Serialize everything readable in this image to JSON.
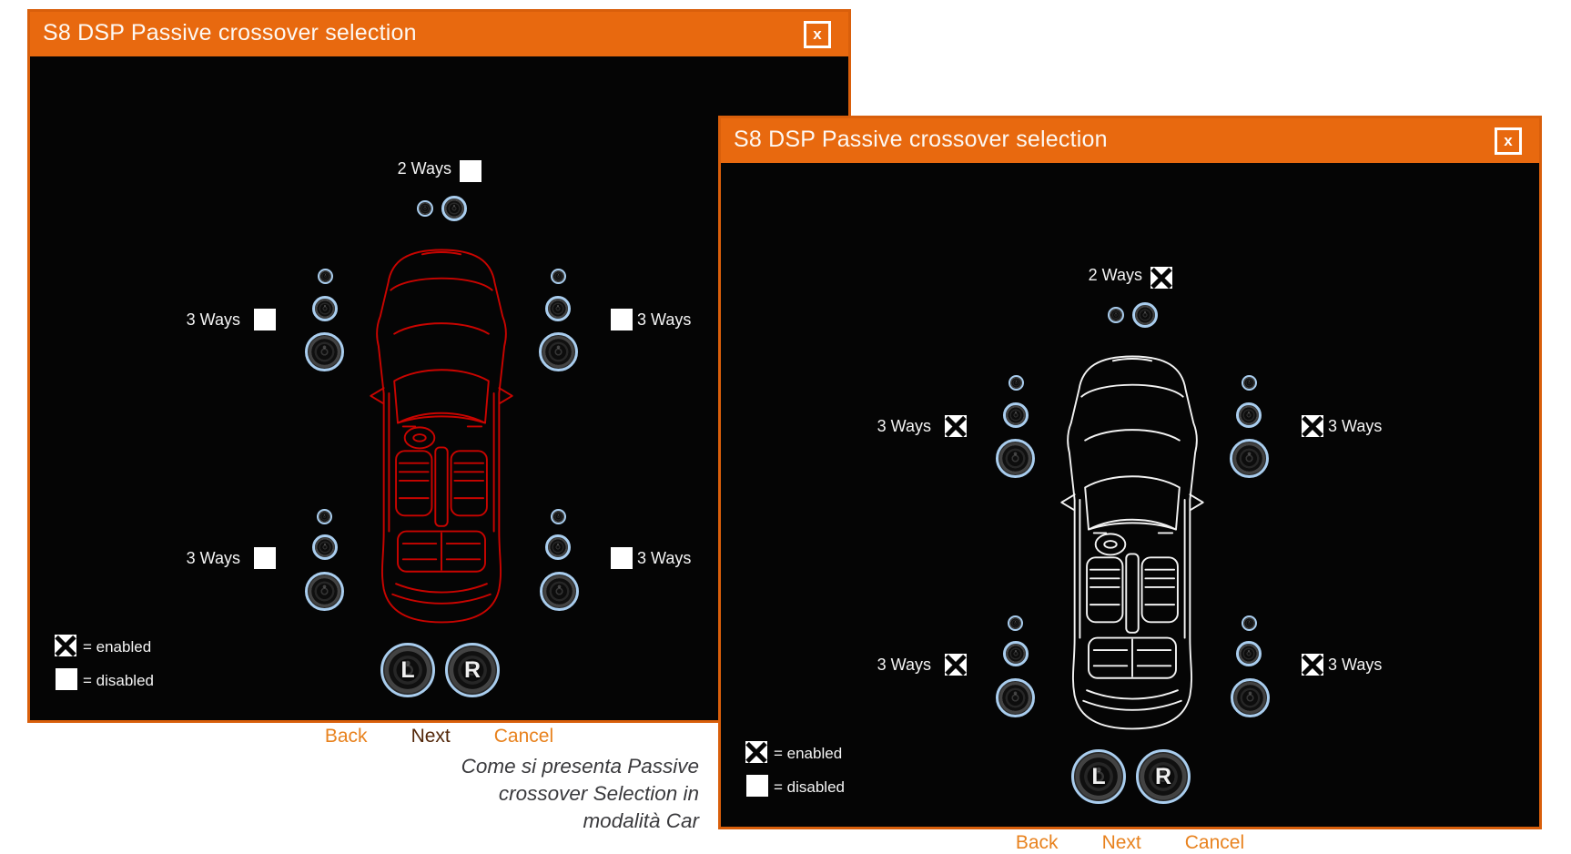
{
  "colors": {
    "titlebar": "#e8690f",
    "window_border": "#d95f0b",
    "button_orange": "#e8821e",
    "next_disabled": "#53270a",
    "speaker_ring": "#a9cdee",
    "car_red": "#c90400",
    "car_white": "#f2f2f2"
  },
  "windows": [
    {
      "title": "S8 DSP Passive crossover selection",
      "close_label": "x",
      "car_color": "#c90400",
      "front": {
        "label": "2 Ways",
        "checked": false
      },
      "front_left": {
        "label": "3 Ways",
        "checked": false
      },
      "front_right": {
        "label": "3 Ways",
        "checked": false
      },
      "rear_left": {
        "label": "3 Ways",
        "checked": false
      },
      "rear_right": {
        "label": "3 Ways",
        "checked": false
      },
      "subwoofers": {
        "left": "L",
        "right": "R"
      },
      "legend": {
        "enabled": {
          "label": "= enabled",
          "checked": true
        },
        "disabled": {
          "label": "= disabled",
          "checked": false
        }
      },
      "buttons": {
        "back": {
          "label": "Back",
          "disabled": false
        },
        "next": {
          "label": "Next",
          "disabled": true
        },
        "cancel": {
          "label": "Cancel",
          "disabled": false
        }
      }
    },
    {
      "title": "S8 DSP Passive crossover selection",
      "close_label": "x",
      "car_color": "#f2f2f2",
      "front": {
        "label": "2 Ways",
        "checked": true
      },
      "front_left": {
        "label": "3 Ways",
        "checked": true
      },
      "front_right": {
        "label": "3 Ways",
        "checked": true
      },
      "rear_left": {
        "label": "3 Ways",
        "checked": true
      },
      "rear_right": {
        "label": "3 Ways",
        "checked": true
      },
      "subwoofers": {
        "left": "L",
        "right": "R"
      },
      "legend": {
        "enabled": {
          "label": "= enabled",
          "checked": true
        },
        "disabled": {
          "label": "= disabled",
          "checked": false
        }
      },
      "buttons": {
        "back": {
          "label": "Back",
          "disabled": false
        },
        "next": {
          "label": "Next",
          "disabled": false
        },
        "cancel": {
          "label": "Cancel",
          "disabled": false
        }
      }
    }
  ],
  "caption": {
    "lines": [
      "Come si presenta Passive",
      "crossover Selection in",
      "modalità Car"
    ]
  }
}
